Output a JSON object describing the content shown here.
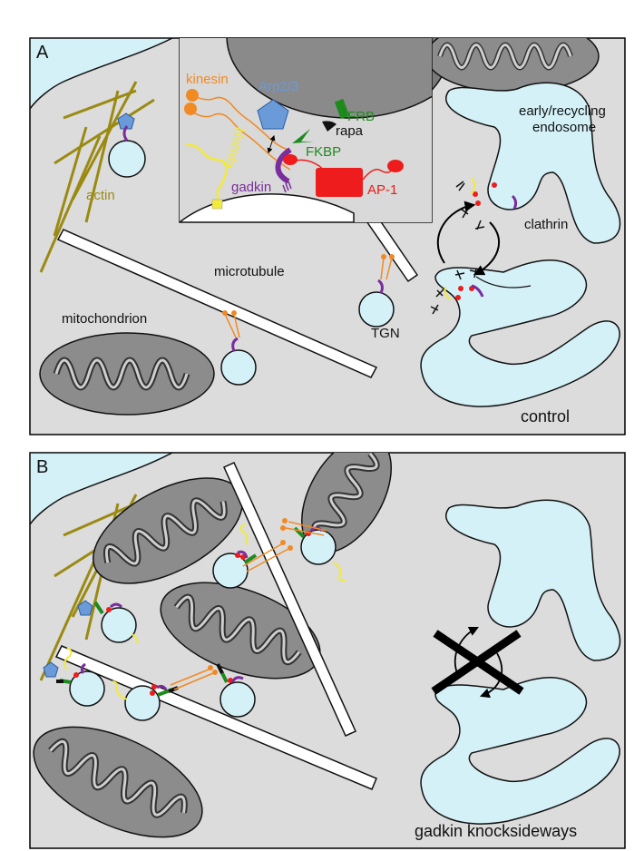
{
  "panels": [
    {
      "letter": "A",
      "condition": "control"
    },
    {
      "letter": "B",
      "condition": "gadkin knocksideways"
    }
  ],
  "labels": {
    "actin": "actin",
    "microtubule": "microtubule",
    "mitochondrion": "mitochondrion",
    "endosome": "early/recycling endosome",
    "endosome_line1": "early/recycling",
    "endosome_line2": "endosome",
    "clathrin": "clathrin",
    "tgn": "TGN"
  },
  "inset": {
    "kinesin": "kinesin",
    "arp23": "Arp2/3",
    "frb": "FRB",
    "rapa": "rapa",
    "fkbp": "FKBP",
    "epsinr": "epsinR",
    "gadkin": "gadkin",
    "ap1": "AP-1"
  },
  "colors": {
    "cytoplasm": "#dcdcdc",
    "membrane_light": "#d4f1f8",
    "mito_fill": "#8c8c8c",
    "actin": "#9b8a12",
    "kinesin": "#f08a24",
    "arp23": "#6b9ad8",
    "frb_fkbp": "#1e8a1e",
    "epsinr": "#f2ea3a",
    "gadkin": "#7a2d9c",
    "ap1": "#ee1c1c"
  }
}
